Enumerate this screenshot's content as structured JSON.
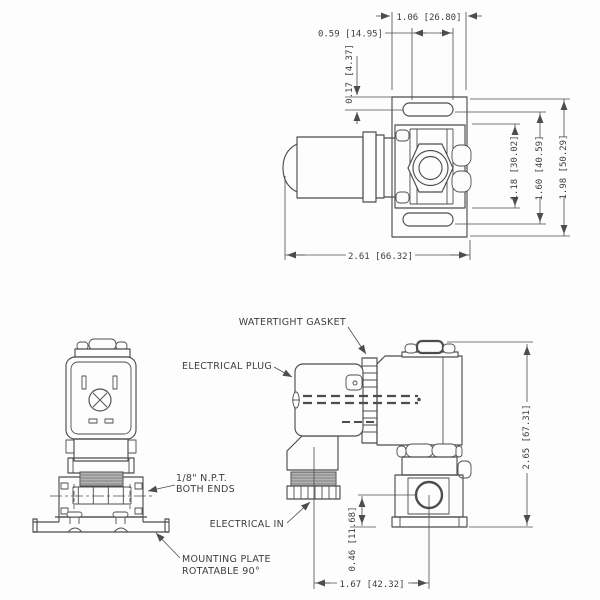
{
  "colors": {
    "background": "#fdfdfd",
    "line": "#4d4d4d",
    "text": "#3e3e3e",
    "thread_fill": "#b4b4b4"
  },
  "top_view": {
    "dim_plate_width": "1.06 [26.80]",
    "dim_slot_length": "0.59 [14.95]",
    "dim_slot_offset": "0.17 [4.37]",
    "dim_body_height": "1.18 [30.02]",
    "dim_slot_spacing": "1.60 [40.59]",
    "dim_plate_height": "1.98 [50.29]",
    "dim_overall_length": "2.61 [66.32]"
  },
  "front_view": {
    "label_npt_line1": "1/8\" N.P.T.",
    "label_npt_line2": "BOTH ENDS",
    "label_mounting_plate_line1": "MOUNTING PLATE",
    "label_mounting_plate_line2": "ROTATABLE 90°"
  },
  "side_view": {
    "label_watertight_gasket": "WATERTIGHT GASKET",
    "label_electrical_plug": "ELECTRICAL PLUG",
    "label_electrical_in": "ELECTRICAL IN",
    "dim_overall_height": "2.65 [67.31]",
    "dim_port_center_to_base": "0.46 [11.68]",
    "dim_conduit_to_port": "1.67 [42.32]"
  }
}
